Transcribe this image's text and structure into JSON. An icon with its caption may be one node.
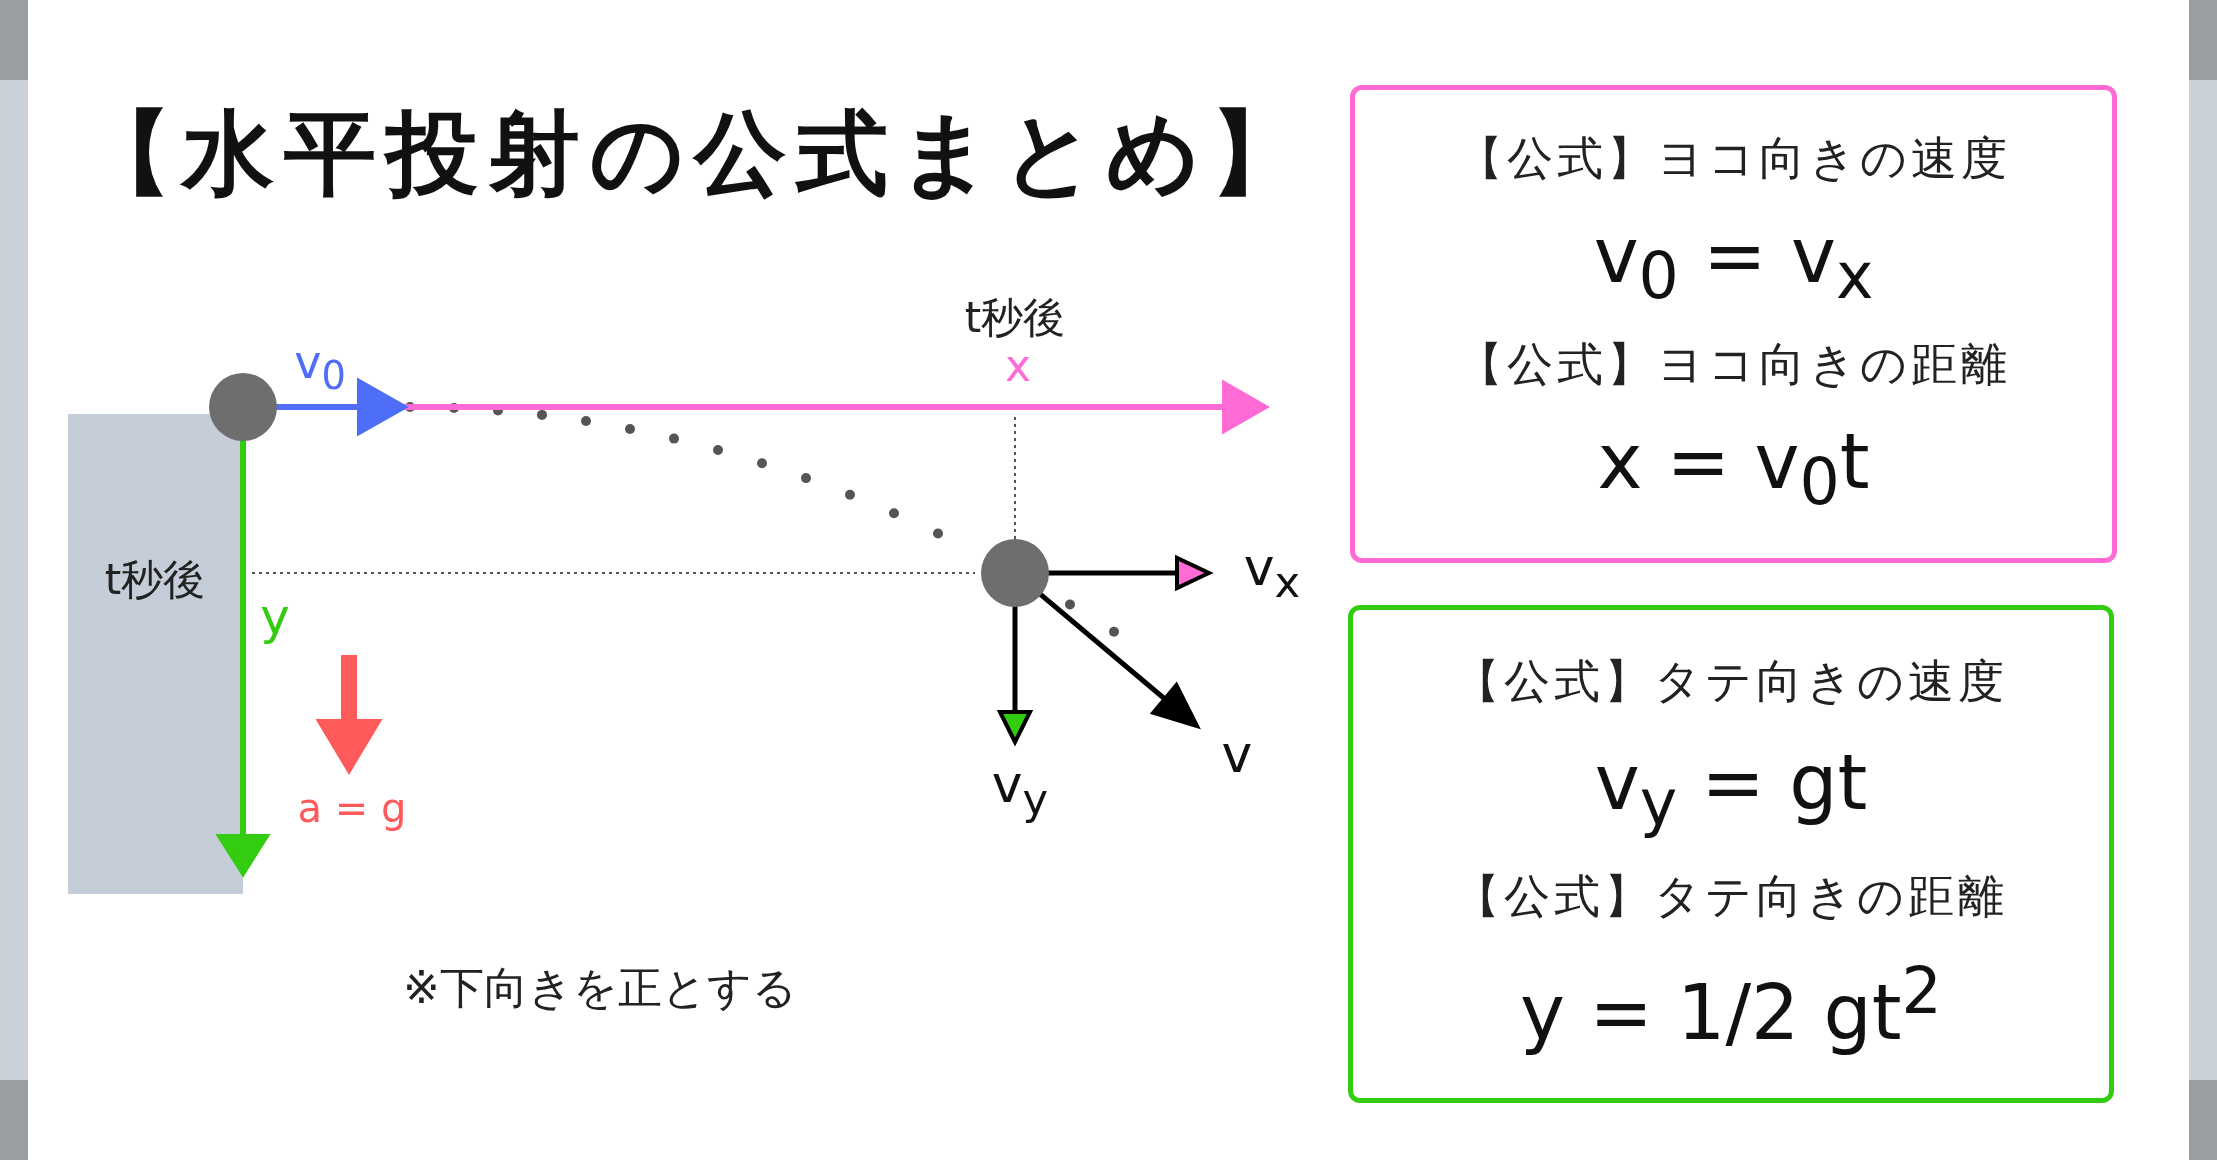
{
  "diagram": {
    "title": "【水平投射の公式まとめ】",
    "nodes": [
      {
        "text": [
          "【公式】ヨコ向きの速度",
          "v$_{0}$ = v$_{x}$",
          "【公式】ヨコ向きの距離",
          "x = v$_{0}$t"
        ]
      },
      {
        "text": [
          "【公式】タテ向きの速度",
          "v$_{y}$ = gt",
          "【公式】タテ向きの距離",
          "y = 1/2 gt$^{2}$"
        ]
      }
    ],
    "labels": [
      "t秒後",
      "x",
      "v$_{0}$",
      "t秒後",
      "y",
      "a = g",
      "v$_{x}$",
      "v$_{y}$",
      "v",
      "※下向きを正とする"
    ]
  }
}
